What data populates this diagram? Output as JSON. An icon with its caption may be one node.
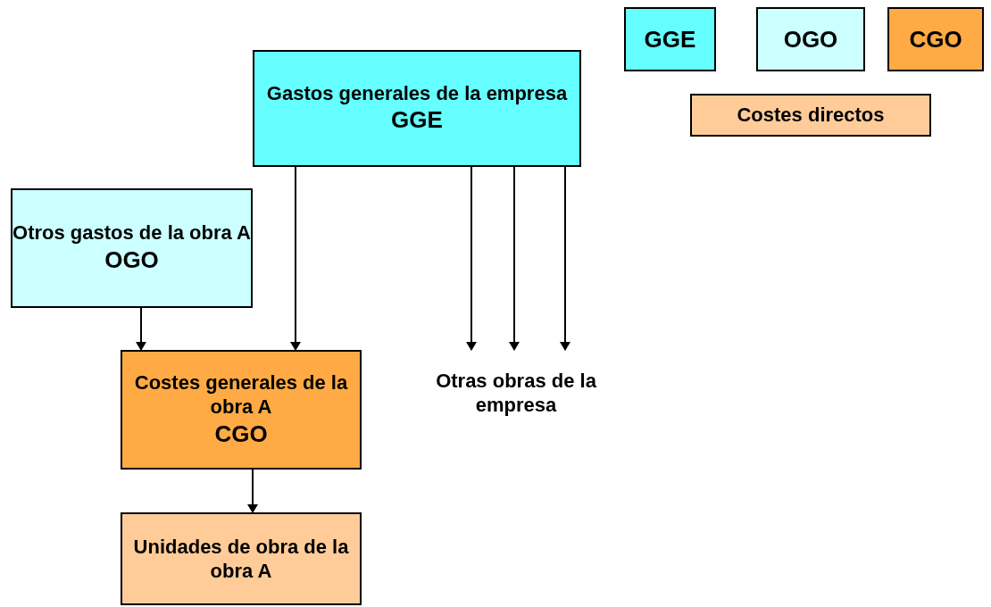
{
  "diagram": {
    "nodes": [
      {
        "text": [
          "Gastos generales de la empresa",
          "GGE"
        ]
      },
      {
        "text": [
          "Otros gastos de la obra A",
          "OGO"
        ]
      },
      {
        "text": [
          "Costes generales de la obra A",
          "CGO"
        ]
      },
      {
        "text": [
          "Unidades de obra de la obra A"
        ]
      },
      {
        "text": [
          "Otras obras de la empresa"
        ]
      }
    ],
    "edges": [
      {
        "from": 1,
        "to": 2,
        "arrow": "to"
      },
      {
        "from": 0,
        "to": 2,
        "arrow": "to"
      },
      {
        "from": 0,
        "to": 4,
        "arrow": "to"
      },
      {
        "from": 0,
        "to": 4,
        "arrow": "to"
      },
      {
        "from": 0,
        "to": 4,
        "arrow": "to"
      },
      {
        "from": 2,
        "to": 3,
        "arrow": "to"
      }
    ],
    "legend": [
      {
        "text": "GGE",
        "color": "#66ffff"
      },
      {
        "text": "OGO",
        "color": "#ccffff"
      },
      {
        "text": "CGO",
        "color": "#ffaa44"
      },
      {
        "text": "Costes directos",
        "color": "#ffcc99"
      }
    ]
  }
}
